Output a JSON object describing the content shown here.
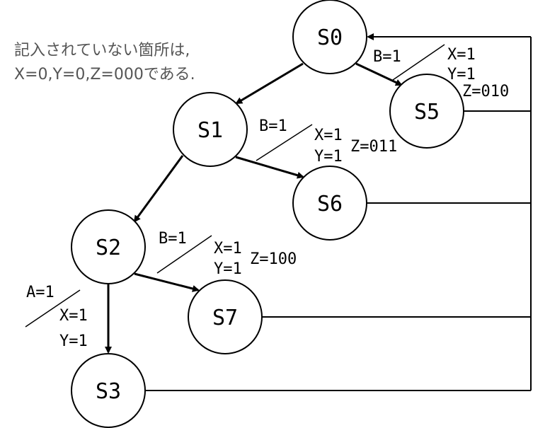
{
  "note": {
    "line1": "記入されていない箇所は,",
    "line2": "X=0,Y=0,Z=000である."
  },
  "states": {
    "s0": "S0",
    "s1": "S1",
    "s2": "S2",
    "s3": "S3",
    "s5": "S5",
    "s6": "S6",
    "s7": "S7"
  },
  "transitions": {
    "s0_s5": {
      "input": "B=1",
      "x": "X=1",
      "y": "Y=1",
      "z": "Z=010"
    },
    "s1_s6": {
      "input": "B=1",
      "x": "X=1",
      "y": "Y=1",
      "z": "Z=011"
    },
    "s2_s7": {
      "input": "B=1",
      "x": "X=1",
      "y": "Y=1",
      "z": "Z=100"
    },
    "s2_s3": {
      "input": "A=1",
      "x": "X=1",
      "y": "Y=1"
    }
  },
  "colors": {
    "stroke": "#000000",
    "note_text": "#555555"
  }
}
